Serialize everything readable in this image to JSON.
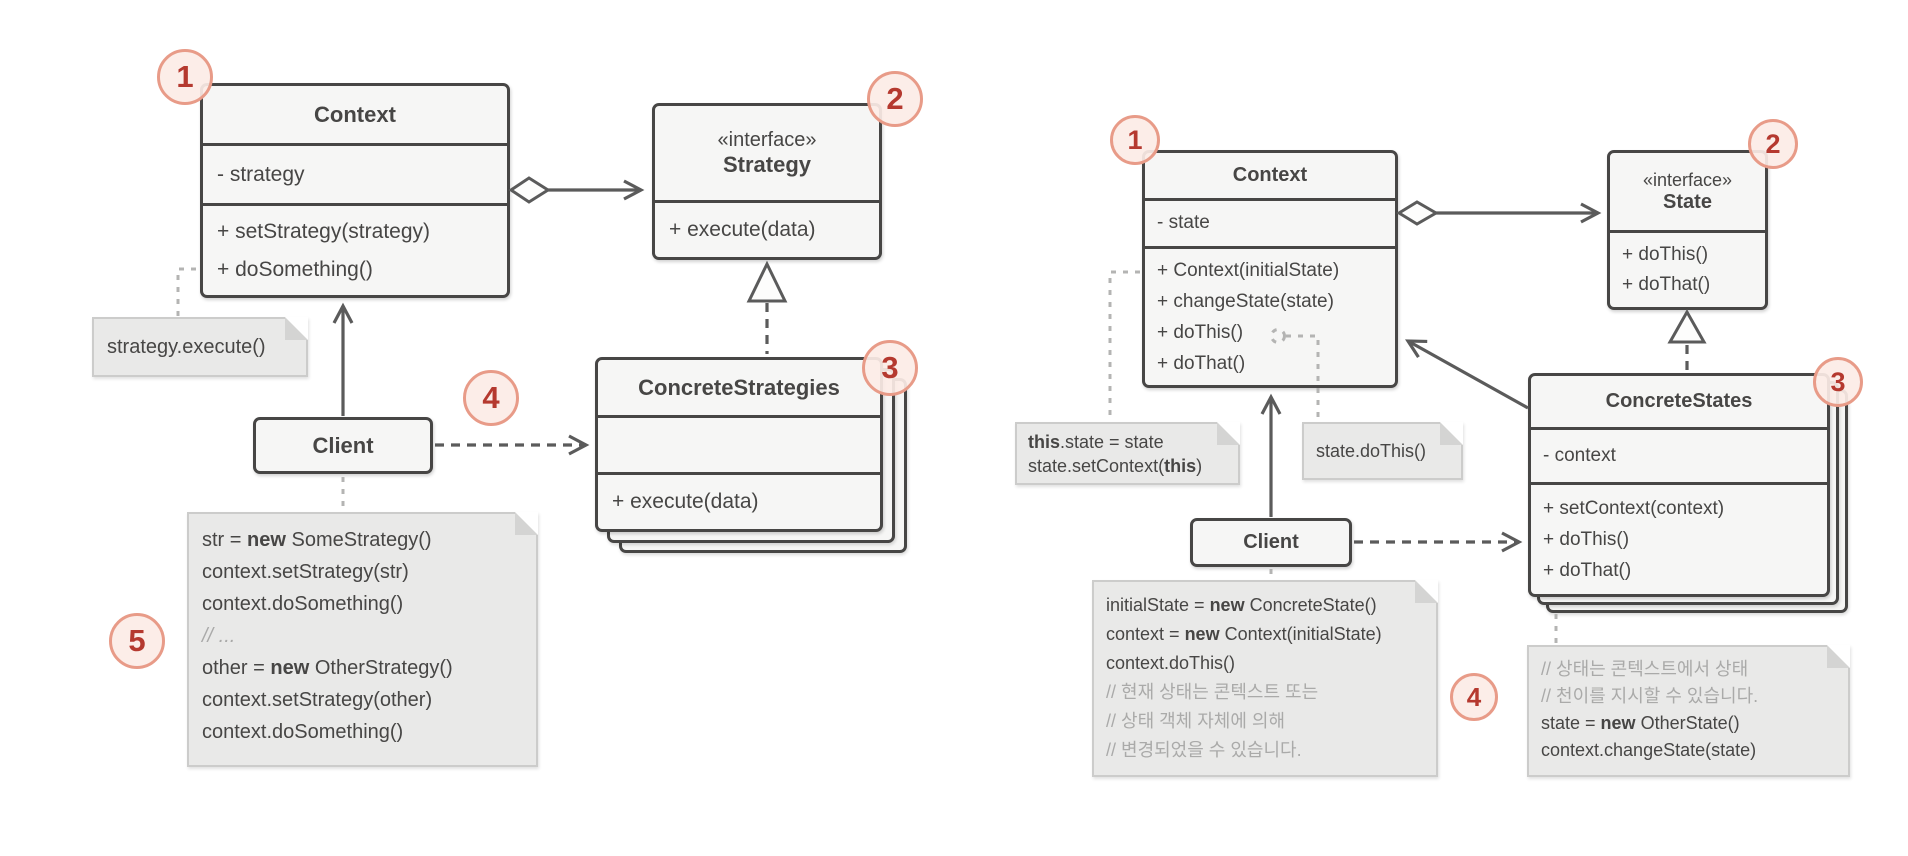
{
  "colors": {
    "background": "#ffffff",
    "box_fill": "#f6f6f5",
    "box_border": "#474645",
    "note_fill": "#e9e9e8",
    "note_border": "#cccccb",
    "comment_text": "#aaaaa9",
    "badge_fill": "#fcece6",
    "badge_border": "#e89b88",
    "badge_number": "#b5392f",
    "connector_dark": "#5b5b5b",
    "connector_light": "#b4b4b3"
  },
  "left_diagram": {
    "badge_1": "1",
    "badge_2": "2",
    "badge_3": "3",
    "badge_4": "4",
    "badge_5": "5",
    "context": {
      "title": "Context",
      "attribute": "- strategy",
      "method_1": "+ setStrategy(strategy)",
      "method_2": "+ doSomething()"
    },
    "strategy_interface": {
      "stereotype": "«interface»",
      "title": "Strategy",
      "method_1": "+ execute(data)"
    },
    "concrete_strategies": {
      "title": "ConcreteStrategies",
      "method_1": "+ execute(data)"
    },
    "client": {
      "title": "Client"
    },
    "note_strategy_execute": {
      "line_1": "strategy.execute()"
    },
    "note_client_code": {
      "line_1_pre": "str = ",
      "line_1_keyword": "new",
      "line_1_post": " SomeStrategy()",
      "line_2": "context.setStrategy(str)",
      "line_3": "context.doSomething()",
      "line_4_comment": "// ...",
      "line_5_pre": "other = ",
      "line_5_keyword": "new",
      "line_5_post": " OtherStrategy()",
      "line_6": "context.setStrategy(other)",
      "line_7": "context.doSomething()"
    }
  },
  "right_diagram": {
    "badge_1": "1",
    "badge_2": "2",
    "badge_3": "3",
    "badge_4": "4",
    "context": {
      "title": "Context",
      "attribute": "- state",
      "method_1": "+ Context(initialState)",
      "method_2": "+ changeState(state)",
      "method_3": "+ doThis()",
      "method_4": "+ doThat()"
    },
    "state_interface": {
      "stereotype": "«interface»",
      "title": "State",
      "method_1": "+ doThis()",
      "method_2": "+ doThat()"
    },
    "concrete_states": {
      "title": "ConcreteStates",
      "attribute": "- context",
      "method_1": "+ setContext(context)",
      "method_2": "+ doThis()",
      "method_3": "+ doThat()"
    },
    "client": {
      "title": "Client"
    },
    "note_state_assign": {
      "line_1_keyword": "this",
      "line_1_post": ".state = state",
      "line_2_pre": "state.setContext(",
      "line_2_keyword": "this",
      "line_2_post": ")"
    },
    "note_state_dothis": {
      "line_1": "state.doThis()"
    },
    "note_client_code": {
      "line_1_pre": "initialState = ",
      "line_1_keyword": "new",
      "line_1_post": " ConcreteState()",
      "line_2_pre": "context = ",
      "line_2_keyword": "new",
      "line_2_post": " Context(initialState)",
      "line_3": "context.doThis()",
      "line_4_comment": "// 현재 상태는 콘텍스트 또는",
      "line_5_comment": "// 상태 객체 자체에 의해",
      "line_6_comment": "// 변경되었을 수 있습니다."
    },
    "note_transition": {
      "line_1_comment": "// 상태는 콘텍스트에서 상태",
      "line_2_comment": "// 천이를 지시할 수 있습니다.",
      "line_3_pre": "state = ",
      "line_3_keyword": "new",
      "line_3_post": " OtherState()",
      "line_4": "context.changeState(state)"
    }
  }
}
